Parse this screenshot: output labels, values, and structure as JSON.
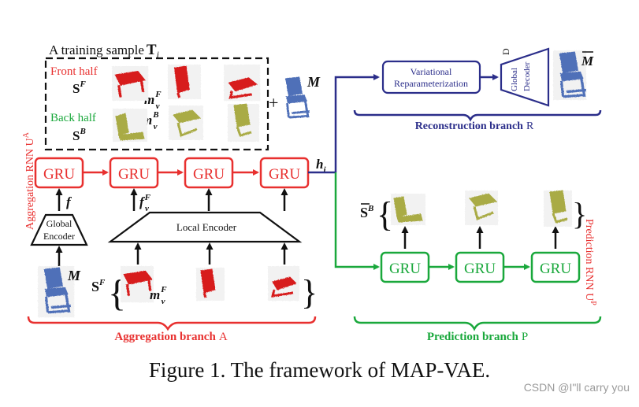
{
  "colors": {
    "red": "#e8302f",
    "green": "#1aa83c",
    "navy": "#2b2e8a",
    "chair_blue": "#4f6fb8",
    "red_part": "#d71f1f",
    "olive_part": "#a9ab44",
    "black": "#111111"
  },
  "training_sample": {
    "title": "A training sample",
    "title_symbol": "T",
    "title_sub": "i",
    "front_label": "Front half",
    "front_set": "S",
    "front_set_sup": "F",
    "front_part": "m",
    "front_part_sub": "v",
    "front_part_sup": "F",
    "back_label": "Back half",
    "back_set": "S",
    "back_set_sup": "B",
    "back_part": "m",
    "back_part_sub": "v",
    "back_part_sup": "B",
    "plus": "+",
    "shape": "M"
  },
  "aggregation": {
    "rnn_label": "Aggregation RNN U",
    "rnn_sup": "A",
    "gru_label": "GRU",
    "hidden": "h",
    "hidden_sub": "i",
    "global_feat": "f",
    "local_feat": "f",
    "local_feat_sub": "v",
    "local_feat_sup": "F",
    "global_encoder_line1": "Global",
    "global_encoder_line2": "Encoder",
    "local_encoder": "Local Encoder",
    "input_shape": "M",
    "input_set": "S",
    "input_set_sup": "F",
    "input_part": "m",
    "input_part_sub": "v",
    "input_part_sup": "F",
    "branch_label": "Aggregation branch",
    "branch_letter": "A"
  },
  "reconstruction": {
    "vr_line1": "Variational",
    "vr_line2": "Reparameterization",
    "decoder_letter": "D",
    "decoder_line1": "Global",
    "decoder_line2": "Decoder",
    "output": "M",
    "branch_label": "Reconstruction branch",
    "branch_letter": "R"
  },
  "prediction": {
    "output_set": "S",
    "output_set_sup": "B",
    "gru_label": "GRU",
    "rnn_label": "Prediction RNN U",
    "rnn_sup": "P",
    "branch_label": "Prediction branch",
    "branch_letter": "P"
  },
  "caption": "Figure 1. The framework of MAP-VAE.",
  "watermark": "CSDN @I\"ll  carry  you"
}
